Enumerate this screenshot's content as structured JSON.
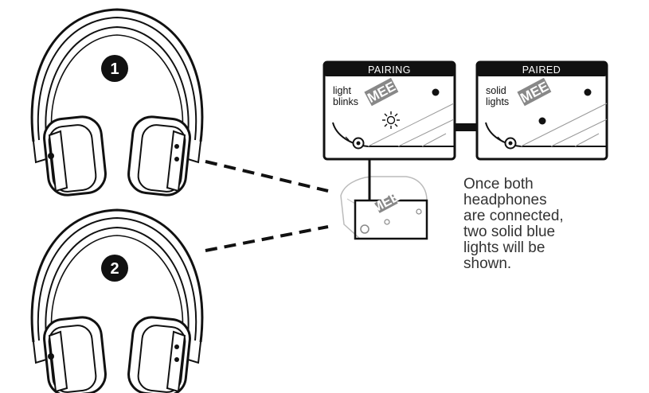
{
  "headphones": [
    {
      "badge": "1"
    },
    {
      "badge": "2"
    }
  ],
  "pairing_panel": {
    "title": "PAIRING",
    "label_lines": [
      "light",
      "blinks"
    ],
    "logo": "MEE"
  },
  "paired_panel": {
    "title": "PAIRED",
    "label_lines": [
      "solid",
      "lights"
    ],
    "logo": "MEE"
  },
  "transmitter": {
    "logo": "MEE"
  },
  "caption_lines": [
    "Once both",
    "headphones",
    "are connected,",
    "two solid blue",
    "lights will be",
    "shown."
  ]
}
